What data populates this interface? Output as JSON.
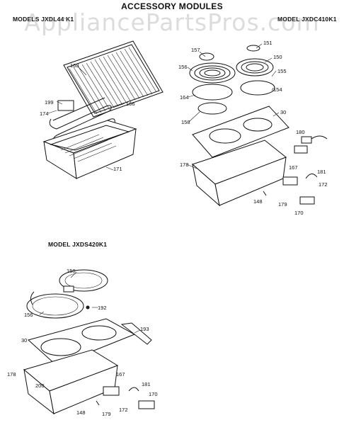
{
  "header": {
    "title": "ACCESSORY MODULES"
  },
  "models": {
    "top_left": "MODELS JXDL44 K1",
    "top_right": "MODEL JXDC410K1",
    "bottom_left": "MODEL JXDS420K1"
  },
  "watermark": "AppliancePartsPros.com",
  "parts": {
    "grill": [
      "168",
      "199",
      "174",
      "166",
      "171"
    ],
    "coil": [
      "157",
      "151",
      "156",
      "150",
      "155",
      "164",
      "154",
      "158",
      "30",
      "178",
      "180",
      "167",
      "181",
      "172",
      "148",
      "179",
      "170"
    ],
    "solid": [
      "150",
      "156",
      "192",
      "193",
      "30",
      "178",
      "200",
      "167",
      "181",
      "170",
      "148",
      "179",
      "172"
    ]
  }
}
